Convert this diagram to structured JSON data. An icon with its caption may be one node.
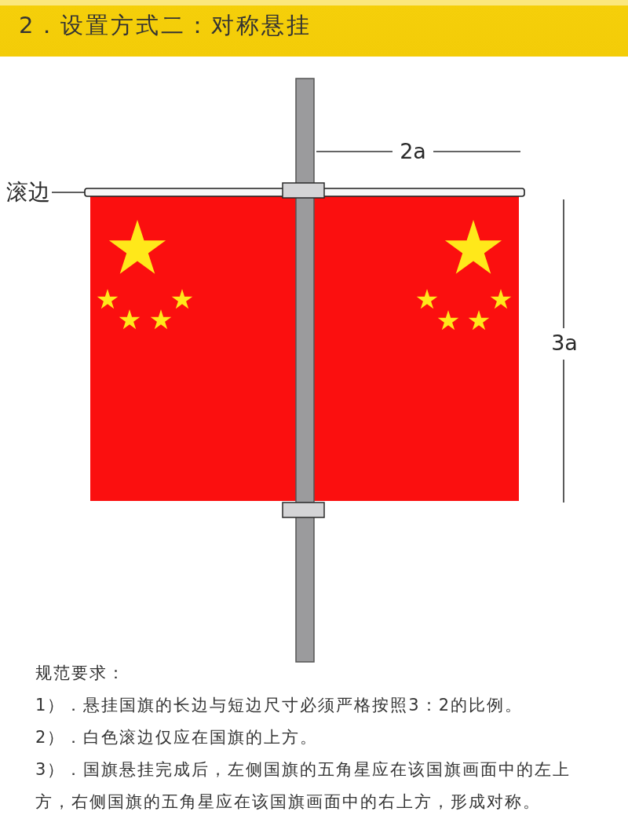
{
  "diagram": {
    "title": "2．设置方式二：对称悬挂",
    "nodes": [
      {
        "text": [
          "滚边"
        ]
      },
      {
        "text": [],
        "shape": "bar"
      }
    ],
    "edges": [
      {
        "from": 0,
        "to": 1,
        "arrow": "none"
      }
    ],
    "labels": [
      "2a",
      "3a",
      "规范要求：",
      "1）．悬挂国旗的长边与短边尺寸必须严格按照3：2的比例。",
      "2）．白色滚边仅应在国旗的上方。",
      "3）．国旗悬挂完成后，左侧国旗的五角星应在该国旗画面中的左上方，右侧国旗的五角星应在该国旗画面中的右上方，形成对称。"
    ]
  }
}
